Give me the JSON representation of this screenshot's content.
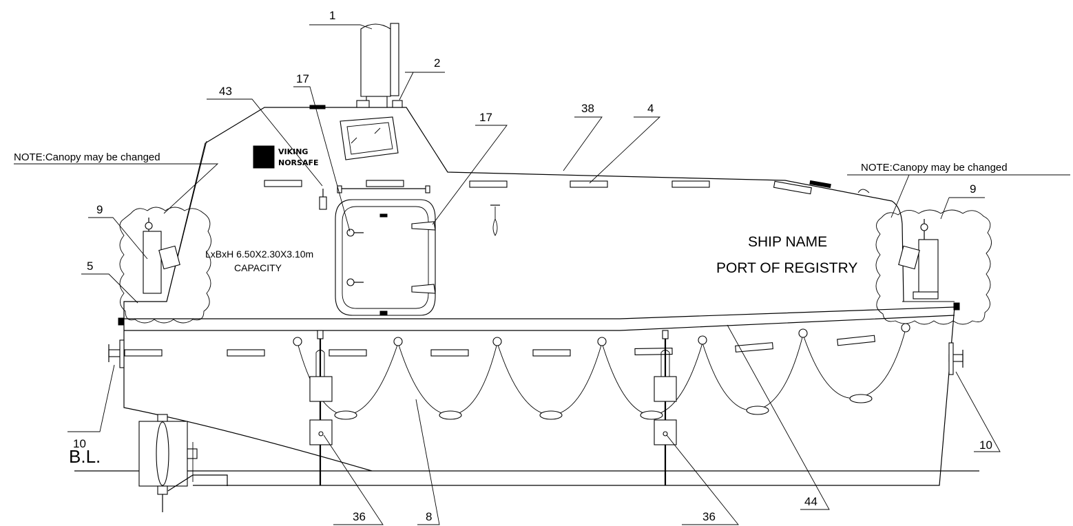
{
  "notes": {
    "left": "NOTE:Canopy may be changed",
    "right": "NOTE:Canopy may be changed"
  },
  "hull_text": {
    "dims_line": "LxBxH 6.50X2.30X3.10m",
    "capacity": "CAPACITY",
    "ship_name": "SHIP NAME",
    "port_of_registry": "PORT OF REGISTRY"
  },
  "logo": {
    "line1": "VIKING",
    "line2": "NORSAFE"
  },
  "baseline_label": "B.L.",
  "callouts": {
    "c1": "1",
    "c2": "2",
    "c43": "43",
    "c17a": "17",
    "c17b": "17",
    "c38": "38",
    "c4": "4",
    "c9_left": "9",
    "c9_right": "9",
    "c5": "5",
    "c10_left": "10",
    "c10_right": "10",
    "c36_left": "36",
    "c8": "8",
    "c36_right": "36",
    "c44": "44"
  }
}
